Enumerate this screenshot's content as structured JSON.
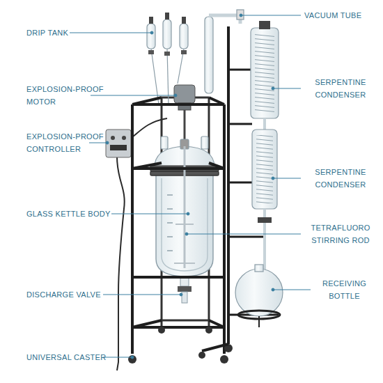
{
  "diagram": {
    "labels": [
      "VACUUM TUBE",
      "DRIP TANK",
      "SERPENTINE CONDENSER",
      "EXPLOSION-PROOF MOTOR",
      "EXPLOSION-PROOF CONTROLLER",
      "SERPENTINE CONDENSER",
      "GLASS KETTLE BODY",
      "TETRAFLUORO STIRRING ROD",
      "RECEIVING BOTTLE",
      "DISCHARGE VALVE",
      "UNIVERSAL CASTER"
    ]
  }
}
